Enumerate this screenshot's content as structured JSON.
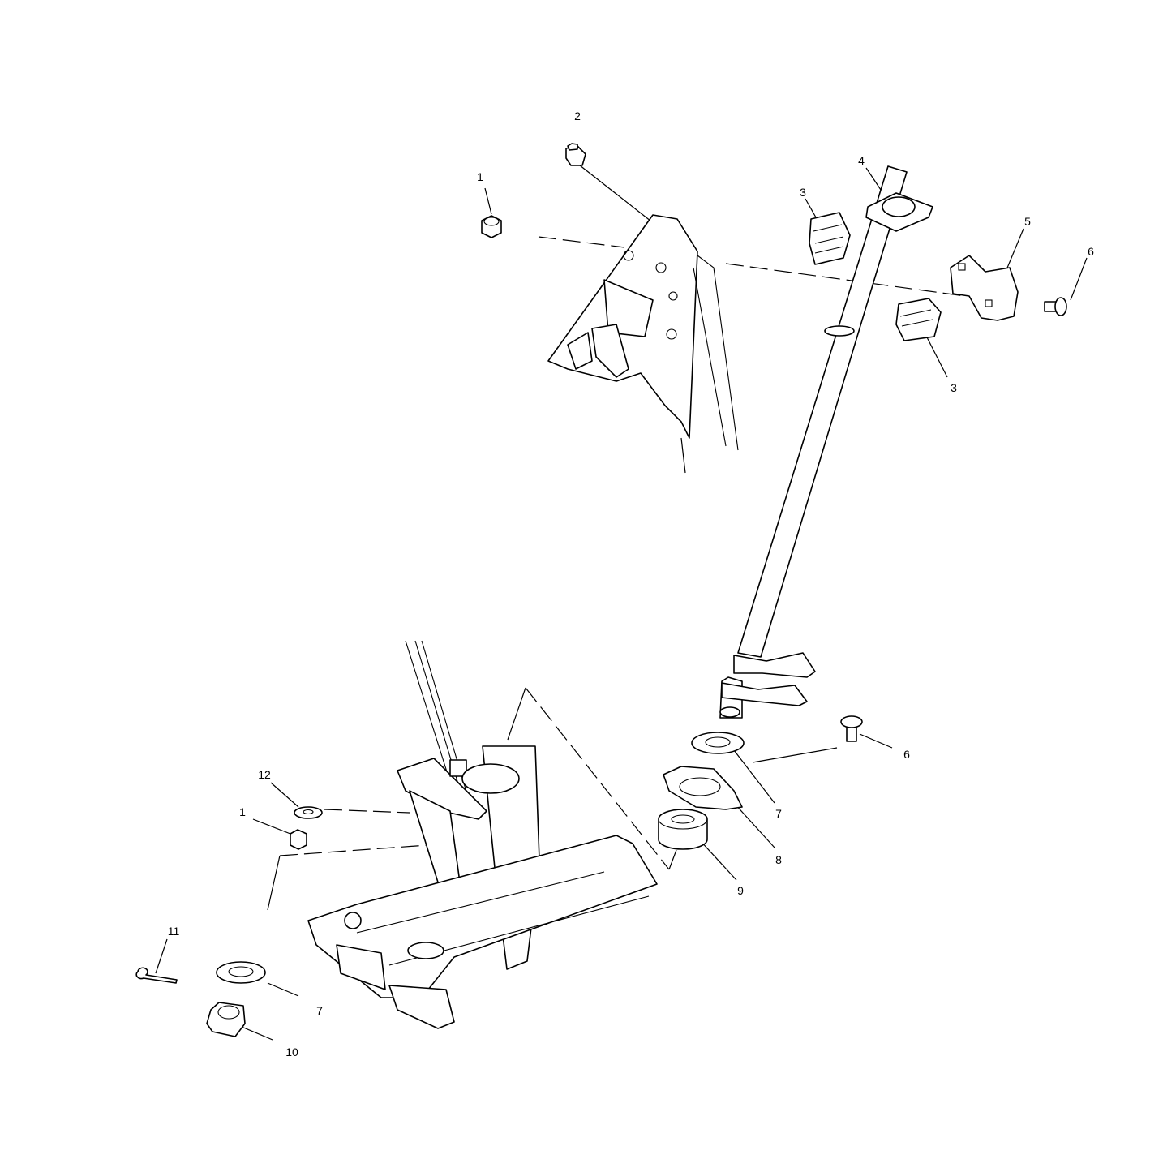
{
  "diagram": {
    "type": "exploded parts diagram - steering column",
    "callouts": [
      {
        "id": "c2",
        "label": "2"
      },
      {
        "id": "c1a",
        "label": "1"
      },
      {
        "id": "c4",
        "label": "4"
      },
      {
        "id": "c3a",
        "label": "3"
      },
      {
        "id": "c5",
        "label": "5"
      },
      {
        "id": "c6a",
        "label": "6"
      },
      {
        "id": "c3b",
        "label": "3"
      },
      {
        "id": "c6b",
        "label": "6"
      },
      {
        "id": "c7a",
        "label": "7"
      },
      {
        "id": "c8",
        "label": "8"
      },
      {
        "id": "c9",
        "label": "9"
      },
      {
        "id": "c12",
        "label": "12"
      },
      {
        "id": "c1b",
        "label": "1"
      },
      {
        "id": "c11",
        "label": "11"
      },
      {
        "id": "c7b",
        "label": "7"
      },
      {
        "id": "c10",
        "label": "10"
      }
    ]
  }
}
